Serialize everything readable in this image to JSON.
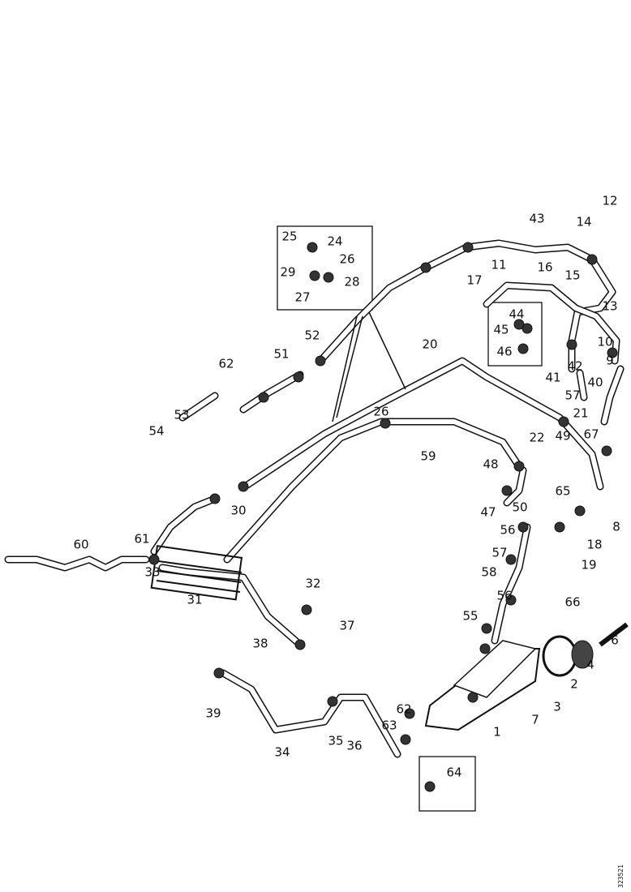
{
  "diagram": {
    "labels": [
      "12",
      "14",
      "43",
      "16",
      "11",
      "15",
      "17",
      "13",
      "44",
      "45",
      "46",
      "10",
      "9",
      "42",
      "41",
      "40",
      "57",
      "21",
      "22",
      "49",
      "67",
      "20",
      "26",
      "59",
      "48",
      "47",
      "50",
      "56",
      "65",
      "8",
      "18",
      "19",
      "57",
      "58",
      "56",
      "55",
      "66",
      "6",
      "4",
      "2",
      "3",
      "7",
      "1",
      "62",
      "63",
      "64",
      "34",
      "35",
      "36",
      "37",
      "32",
      "38",
      "39",
      "31",
      "33",
      "61",
      "60",
      "30",
      "53",
      "54",
      "62",
      "51",
      "52",
      "25",
      "24",
      "29",
      "26",
      "28",
      "27"
    ],
    "drawing_id": "323521"
  }
}
